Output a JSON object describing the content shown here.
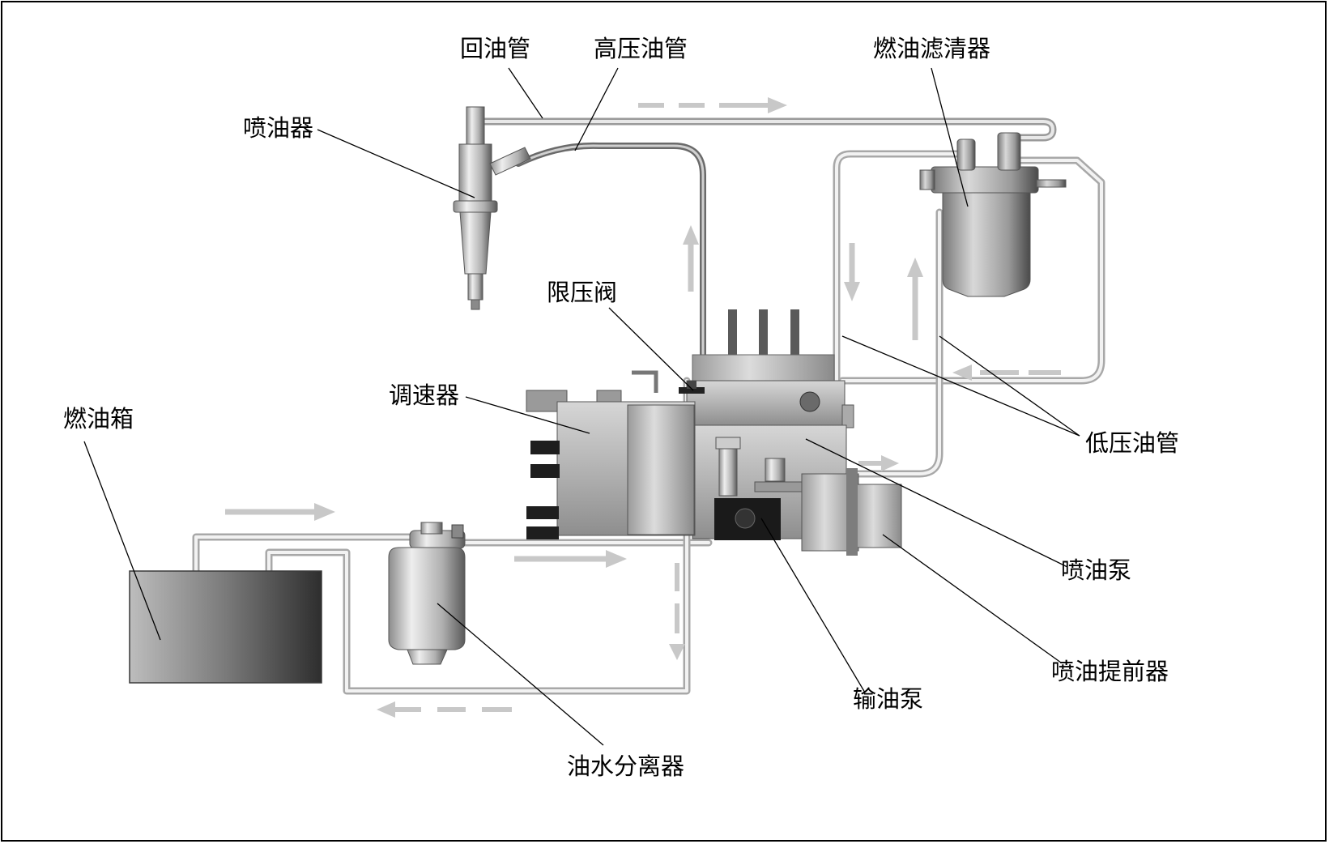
{
  "labels": {
    "return_pipe": "回油管",
    "high_pressure_pipe": "高压油管",
    "fuel_filter": "燃油滤清器",
    "injector": "喷油器",
    "pressure_limit_valve": "限压阀",
    "governor": "调速器",
    "fuel_tank": "燃油箱",
    "low_pressure_pipe": "低压油管",
    "injection_pump": "喷油泵",
    "injection_advancer": "喷油提前器",
    "transfer_pump": "输油泵",
    "water_separator": "油水分离器"
  }
}
